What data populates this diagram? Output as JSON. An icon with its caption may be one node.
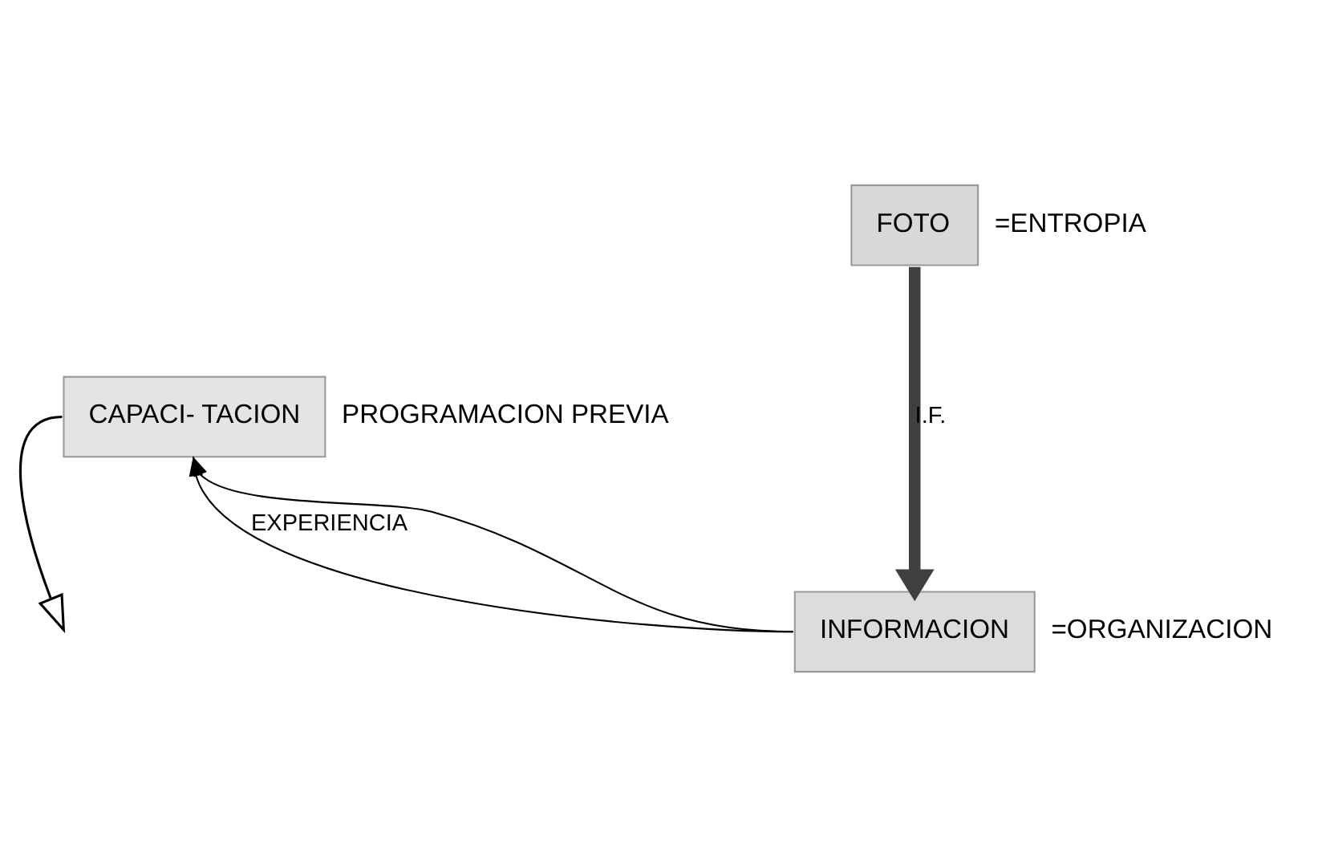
{
  "diagram": {
    "nodes": [
      {
        "text": [
          "FOTO"
        ],
        "beside": [
          "=ENTROPIA"
        ]
      },
      {
        "text": [
          "CAPACI- TACION"
        ],
        "beside": [
          "PROGRAMACION PREVIA"
        ]
      },
      {
        "text": [
          "INFORMACION"
        ],
        "beside": [
          "=ORGANIZACION"
        ]
      }
    ],
    "edges": [
      {
        "from": 0,
        "to": 2,
        "arrow": "to",
        "label": "I.F.",
        "style": "thick",
        "color": "#404040"
      },
      {
        "from": 1,
        "to": null,
        "arrow": "to"
      },
      {
        "from": 2,
        "to": 1,
        "arrow": "to",
        "label": "EXPERIENCIA"
      },
      {
        "from": 2,
        "to": 1,
        "arrow": "to"
      }
    ]
  }
}
